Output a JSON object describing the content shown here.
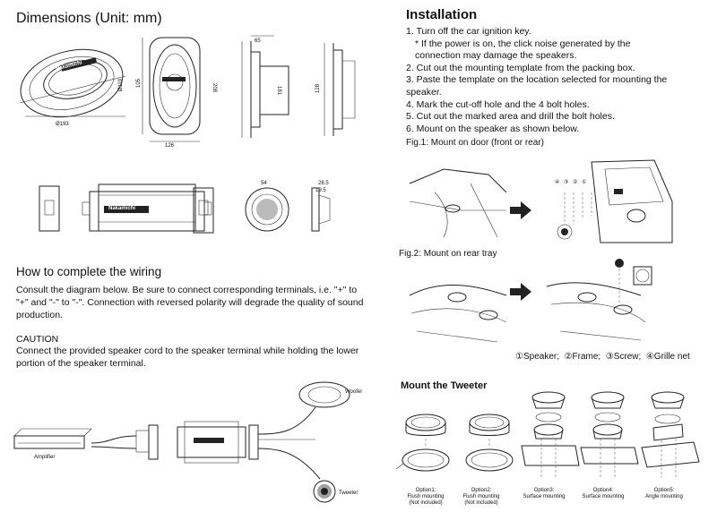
{
  "dimensions": {
    "title": "Dimensions  (Unit: mm)",
    "labels": {
      "d193": "Ø193",
      "d119": "Ø119",
      "d105": "105",
      "d208": "208",
      "d126": "126",
      "d65": "65",
      "d181": "181",
      "d128": "128",
      "d54": "54",
      "d28_5": "28.5",
      "d19_5": "19.5"
    },
    "brand": "Nakamichi"
  },
  "wiring": {
    "title": "How to complete the wiring",
    "body": "Consult the diagram below. Be sure to connect corresponding terminals, i.e. \"+\" to \"+\" and \"-\" to \"-\". Connection with reversed polarity will degrade the quality of sound production.",
    "caution_title": "CAUTION",
    "caution_body": "Connect the provided speaker cord to the speaker terminal while holding the lower portion of the speaker terminal.",
    "labels": {
      "amplifier": "Amplifier",
      "woofer": "Woofer",
      "tweeter": "Tweeter"
    }
  },
  "installation": {
    "title": "Installation",
    "steps": [
      "1. Turn off the car ignition key.",
      "* If the power is on, the click noise generated by the connection may damage the speakers.",
      "2. Cut out the mounting template from the packing box.",
      "3. Paste the template on the location selected for mounting the speaker.",
      "4. Mark the cut-off hole and the 4 bolt holes.",
      "5. Cut out the marked area and drill the bolt holes.",
      "6. Mount on the speaker as shown below."
    ],
    "fig1": "Fig.1: Mount on door (front or rear)",
    "fig2": "Fig.2: Mount on rear tray",
    "legend": "①Speaker;  ②Frame;  ③Screw;  ④Grille net",
    "part_numbers": [
      "④",
      "③",
      "②",
      "①"
    ]
  },
  "tweeter": {
    "title": "Mount the Tweeter",
    "options": [
      {
        "line1": "Option1:",
        "line2": "Flush mounting",
        "line3": "(Not included)"
      },
      {
        "line1": "Option2:",
        "line2": "Flush mounting",
        "line3": "(Not included)"
      },
      {
        "line1": "Option3:",
        "line2": "Surface mounting",
        "line3": ""
      },
      {
        "line1": "Option4:",
        "line2": "Surface mounting",
        "line3": ""
      },
      {
        "line1": "Option5:",
        "line2": "Angle mounting",
        "line3": ""
      }
    ]
  }
}
